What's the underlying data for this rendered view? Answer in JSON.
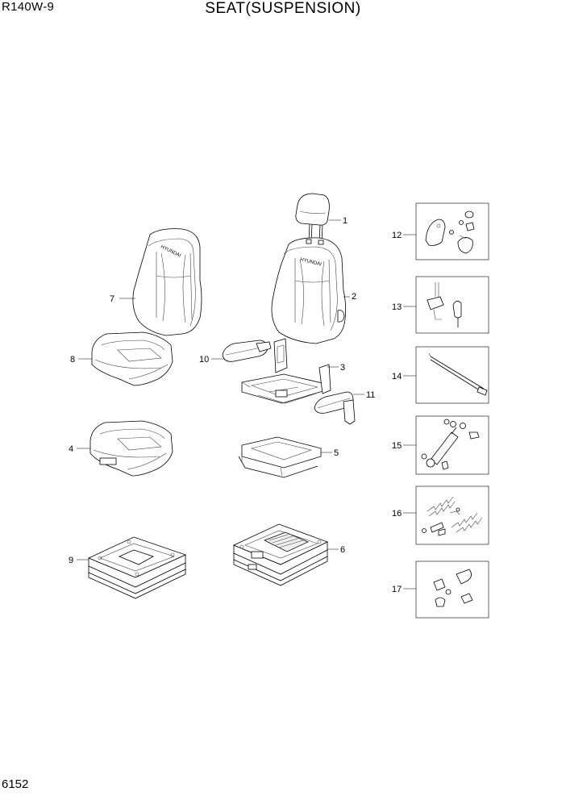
{
  "header": {
    "model_code": "R140W-9",
    "title": "SEAT(SUSPENSION)"
  },
  "footer": {
    "page_number": "6152"
  },
  "callouts": {
    "c1": "1",
    "c2": "2",
    "c3": "3",
    "c4": "4",
    "c5": "5",
    "c6": "6",
    "c7": "7",
    "c8": "8",
    "c9": "9",
    "c10": "10",
    "c11": "11",
    "c12": "12",
    "c13": "13",
    "c14": "14",
    "c15": "15",
    "c16": "16",
    "c17": "17"
  },
  "embossed_text": {
    "brand_left": "HYUNDAI",
    "brand_center": "HYUNDAI"
  },
  "colors": {
    "line": "#000000",
    "background": "#ffffff"
  }
}
